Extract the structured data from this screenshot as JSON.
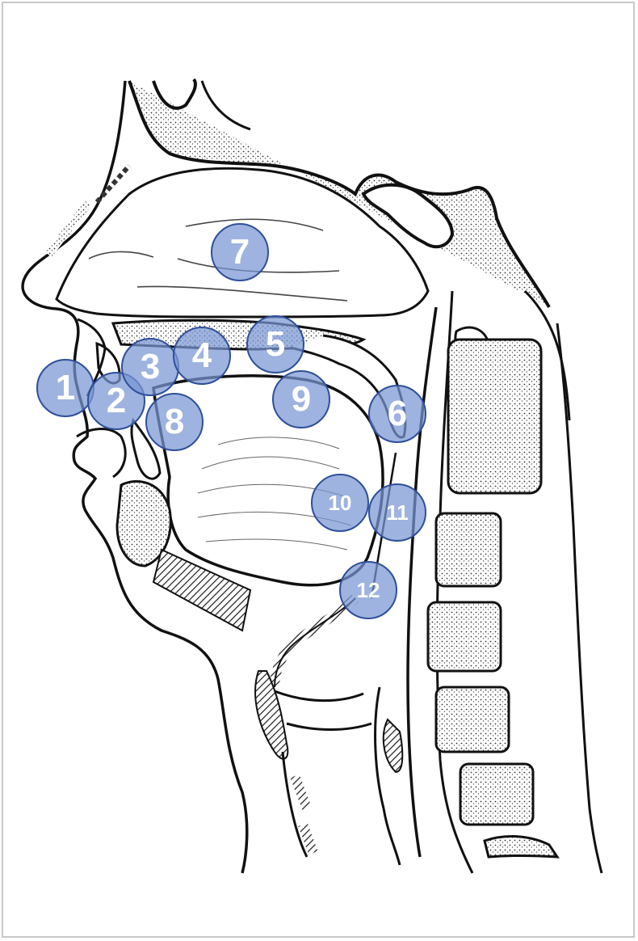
{
  "diagram": {
    "markers": [
      {
        "id": "m1",
        "label": "1"
      },
      {
        "id": "m2",
        "label": "2"
      },
      {
        "id": "m3",
        "label": "3"
      },
      {
        "id": "m4",
        "label": "4"
      },
      {
        "id": "m5",
        "label": "5"
      },
      {
        "id": "m6",
        "label": "6"
      },
      {
        "id": "m7",
        "label": "7"
      },
      {
        "id": "m8",
        "label": "8"
      },
      {
        "id": "m9",
        "label": "9"
      },
      {
        "id": "m10",
        "label": "10"
      },
      {
        "id": "m11",
        "label": "11"
      },
      {
        "id": "m12",
        "label": "12"
      }
    ],
    "colors": {
      "marker_fill": "#7896d2",
      "marker_border": "#2f4f9a",
      "line": "#111111",
      "bone_stipple": "#444444"
    }
  }
}
